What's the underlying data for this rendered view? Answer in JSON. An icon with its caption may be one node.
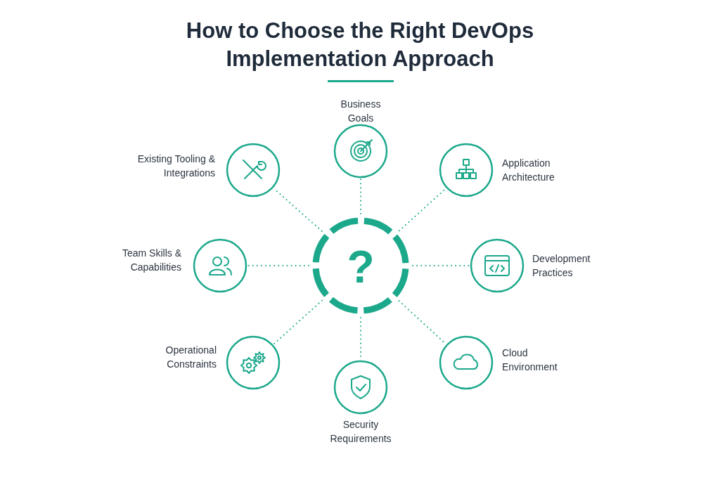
{
  "diagram": {
    "title": "How to Choose the Right **DevOps Implementation** Approach",
    "nodes": [
      {
        "text": [
          "?"
        ]
      },
      {
        "text": [
          "Business Goals"
        ]
      },
      {
        "text": [
          "Application Architecture"
        ]
      },
      {
        "text": [
          "Development Practices"
        ]
      },
      {
        "text": [
          "Cloud Environment"
        ]
      },
      {
        "text": [
          "Security Requirements"
        ]
      },
      {
        "text": [
          "Operational Constraints"
        ]
      },
      {
        "text": [
          "Team Skills & Capabilities"
        ]
      },
      {
        "text": [
          "Existing Tooling & Integrations"
        ]
      }
    ],
    "edges": [
      {
        "from": 0,
        "to": 1,
        "arrow": "none",
        "style": "dashed"
      },
      {
        "from": 0,
        "to": 2,
        "arrow": "none",
        "style": "dashed"
      },
      {
        "from": 0,
        "to": 3,
        "arrow": "none",
        "style": "dashed"
      },
      {
        "from": 0,
        "to": 4,
        "arrow": "none",
        "style": "dashed"
      },
      {
        "from": 0,
        "to": 5,
        "arrow": "none",
        "style": "dashed"
      },
      {
        "from": 0,
        "to": 6,
        "arrow": "none",
        "style": "dashed"
      },
      {
        "from": 0,
        "to": 7,
        "arrow": "none",
        "style": "dashed"
      },
      {
        "from": 0,
        "to": 8,
        "arrow": "none",
        "style": "dashed"
      }
    ]
  }
}
